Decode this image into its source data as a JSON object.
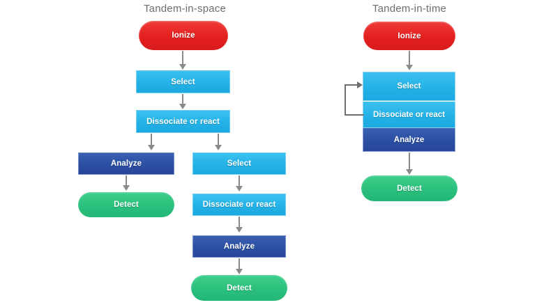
{
  "colors": {
    "red": "#E3201F",
    "light_blue": "#23B2E6",
    "dark_blue": "#2B4FA2",
    "green": "#2AC07C",
    "arrow_gray": "#8A8A8A",
    "loop_gray": "#6F6F6F",
    "title_gray": "#6D6D6D",
    "background": "#FFFFFF"
  },
  "diagrams": [
    {
      "id": "tandem-in-space",
      "title": "Tandem-in-space",
      "nodes": [
        {
          "key": "ionize",
          "label": "Ionize",
          "shape": "pill",
          "color": "red"
        },
        {
          "key": "select1",
          "label": "Select",
          "shape": "rect",
          "color": "light_blue"
        },
        {
          "key": "dissociate1",
          "label": "Dissociate or react",
          "shape": "rect",
          "color": "light_blue"
        },
        {
          "key": "analyze_l",
          "label": "Analyze",
          "shape": "rect",
          "color": "dark_blue"
        },
        {
          "key": "detect_l",
          "label": "Detect",
          "shape": "pill",
          "color": "green"
        },
        {
          "key": "select2",
          "label": "Select",
          "shape": "rect",
          "color": "light_blue"
        },
        {
          "key": "dissociate2",
          "label": "Dissociate or react",
          "shape": "rect",
          "color": "light_blue"
        },
        {
          "key": "analyze_r",
          "label": "Analyze",
          "shape": "rect",
          "color": "dark_blue"
        },
        {
          "key": "detect_r",
          "label": "Detect",
          "shape": "pill",
          "color": "green"
        }
      ]
    },
    {
      "id": "tandem-in-time",
      "title": "Tandem-in-time",
      "nodes": [
        {
          "key": "ionize_t",
          "label": "Ionize",
          "shape": "pill",
          "color": "red"
        },
        {
          "key": "select_t",
          "label": "Select",
          "shape": "stack",
          "color": "light_blue"
        },
        {
          "key": "dissociate_t",
          "label": "Dissociate or react",
          "shape": "stack",
          "color": "light_blue"
        },
        {
          "key": "analyze_t",
          "label": "Analyze",
          "shape": "stack",
          "color": "dark_blue"
        },
        {
          "key": "detect_t",
          "label": "Detect",
          "shape": "pill",
          "color": "green"
        }
      ],
      "loop": {
        "from": "dissociate_t",
        "to": "select_t"
      }
    }
  ]
}
